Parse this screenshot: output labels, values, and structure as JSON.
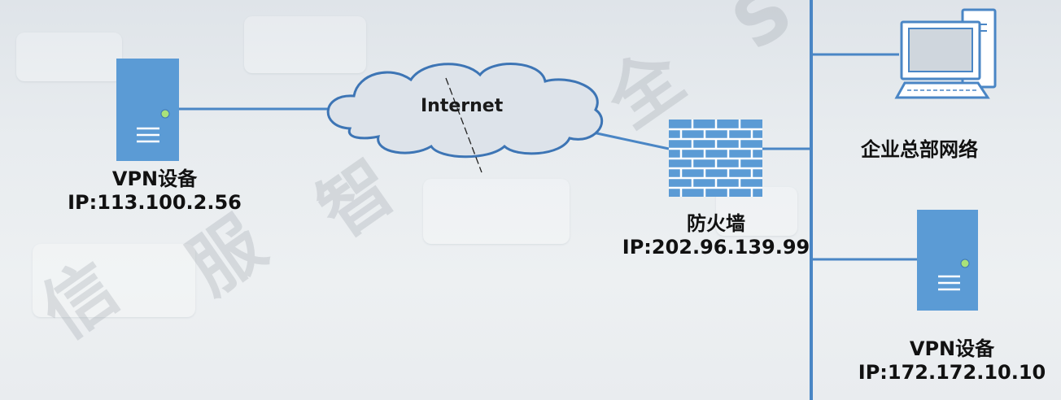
{
  "watermark": {
    "chars": [
      "信",
      "服",
      "智",
      "全",
      "S"
    ]
  },
  "cloud": {
    "label": "Internet"
  },
  "vpn_left": {
    "name": "VPN设备",
    "ip": "IP:113.100.2.56"
  },
  "firewall": {
    "name": "防火墙",
    "ip": "IP:202.96.139.99"
  },
  "hq_network": {
    "label": "企业总部网络"
  },
  "vpn_right": {
    "name": "VPN设备",
    "ip": "IP:172.172.10.10"
  },
  "colors": {
    "device": "#5b9bd5",
    "link": "#4a86c5",
    "cloud_fill": "#dde3ea",
    "cloud_stroke": "#3d75b5"
  }
}
